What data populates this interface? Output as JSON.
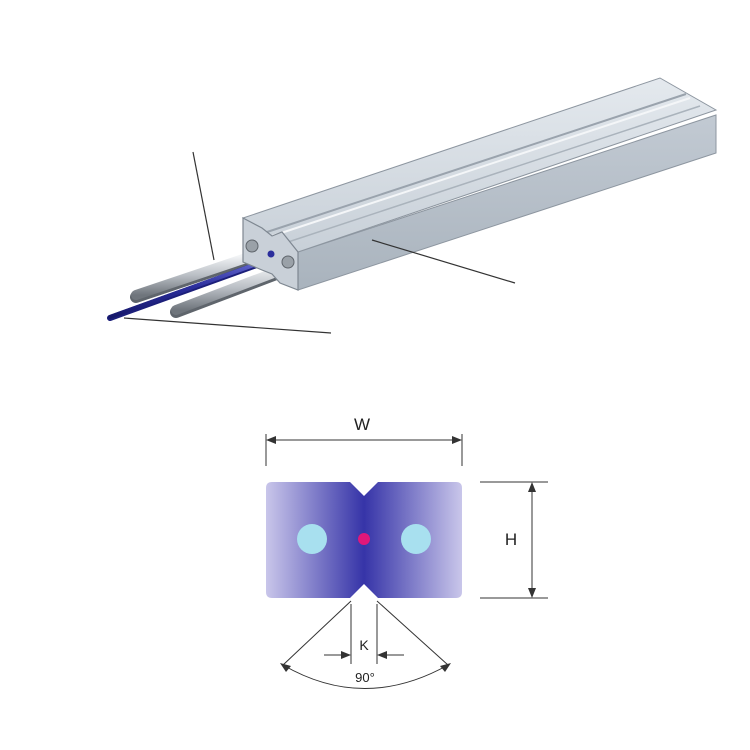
{
  "cable_illustration": {
    "jacket_color": "#cfd6de",
    "fiber_color": "#2b2e9c",
    "strength_member_color": "#b9bec4"
  },
  "cross_section": {
    "width_label": "W",
    "height_label": "H",
    "gap_label": "K",
    "angle_label": "90°",
    "jacket_color": "#4a48b5",
    "strength_member_color": "#a8e0ef",
    "fiber_color": "#e0177a"
  }
}
